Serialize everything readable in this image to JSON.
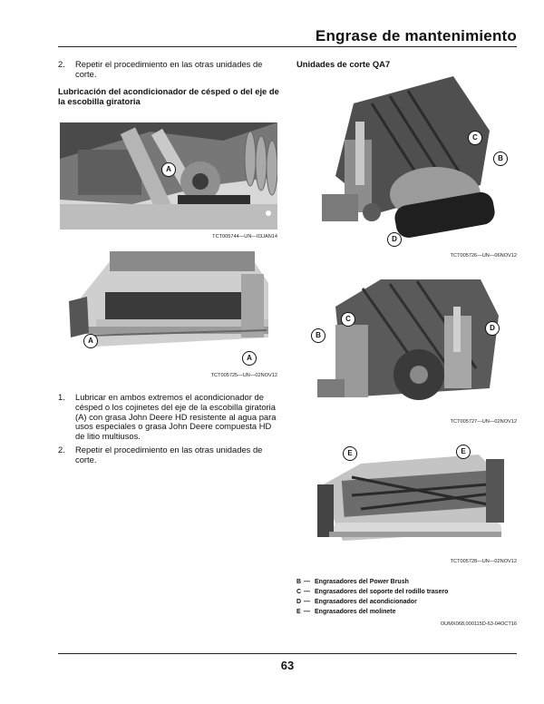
{
  "header": {
    "title": "Engrase de mantenimiento"
  },
  "left": {
    "step_top": {
      "number": "2.",
      "text": "Repetir el procedimiento en las otras unidades de corte."
    },
    "heading": "Lubricación del acondicionador de césped o del eje de la escobilla giratoria",
    "fig1": {
      "caption": "TCT005744—UN—03JAN14",
      "callouts": [
        "A"
      ]
    },
    "fig2": {
      "caption": "TCT005725—UN—02NOV12",
      "callouts": [
        "A",
        "A"
      ]
    },
    "step1": {
      "number": "1.",
      "text": "Lubricar en ambos extremos el acondicionador de césped o los cojinetes del eje de la escobilla giratoria (A) con grasa John Deere HD resistente al agua para usos especiales o grasa John Deere compuesta HD de litio multiusos."
    },
    "step2": {
      "number": "2.",
      "text": "Repetir el procedimiento en las otras unidades de corte."
    }
  },
  "right": {
    "heading": "Unidades de corte QA7",
    "fig3": {
      "caption": "TCT005726—UN—06NOV12",
      "callouts": [
        "C",
        "B",
        "D"
      ]
    },
    "fig4": {
      "caption": "TCT005727—UN—02NOV12",
      "callouts": [
        "C",
        "B",
        "D"
      ]
    },
    "fig5": {
      "caption": "TCT005728—UN—02NOV12",
      "callouts": [
        "E",
        "E"
      ]
    },
    "legend": [
      {
        "key": "B",
        "dash": "—",
        "label": "Engrasadores del Power Brush"
      },
      {
        "key": "C",
        "dash": "—",
        "label": "Engrasadores del soporte del rodillo trasero"
      },
      {
        "key": "D",
        "dash": "—",
        "label": "Engrasadores del acondicionador"
      },
      {
        "key": "E",
        "dash": "—",
        "label": "Engrasadores del molinete"
      }
    ],
    "doc_ref": "OUMX068,000115D-63-04OCT16"
  },
  "footer": {
    "page_number": "63"
  }
}
